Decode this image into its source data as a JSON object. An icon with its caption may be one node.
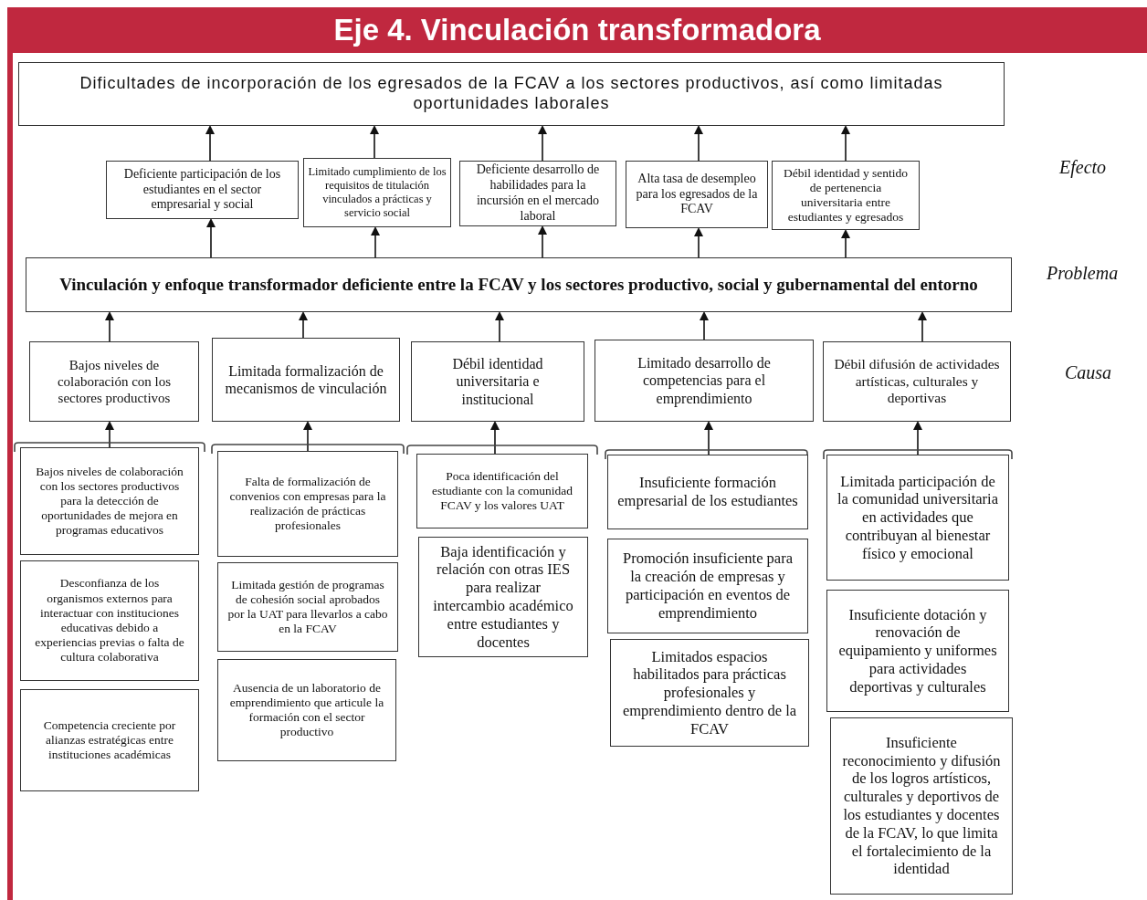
{
  "diagram": {
    "title": "Eje 4. Vinculación transformadora",
    "nodes": [
      {
        "text": [
          "Dificultades de incorporación de los egresados de la FCAV a los sectores productivos, así como limitadas oportunidades laborales"
        ]
      },
      {
        "text": [
          "Deficiente participación de los estudiantes en el sector empresarial y social"
        ]
      },
      {
        "text": [
          "Limitado cumplimiento de los requisitos de titulación vinculados a prácticas y servicio social"
        ]
      },
      {
        "text": [
          "Deficiente desarrollo de habilidades para la incursión en el mercado laboral"
        ]
      },
      {
        "text": [
          "Alta tasa de desempleo para los egresados de la FCAV"
        ]
      },
      {
        "text": [
          "Débil identidad y sentido de pertenencia universitaria entre estudiantes y egresados"
        ]
      },
      {
        "text": [
          "Vinculación y enfoque transformador deficiente entre la FCAV y los sectores productivo, social y gubernamental del entorno"
        ]
      },
      {
        "text": [
          "Bajos niveles de colaboración con los sectores productivos"
        ]
      },
      {
        "text": [
          "Limitada formalización de mecanismos de vinculación"
        ]
      },
      {
        "text": [
          "Débil identidad universitaria e institucional"
        ]
      },
      {
        "text": [
          "Limitado desarrollo de competencias para el emprendimiento"
        ]
      },
      {
        "text": [
          "Débil difusión de actividades artísticas, culturales y deportivas"
        ]
      },
      {
        "text": [
          "Bajos niveles de colaboración con los sectores productivos para la detección de oportunidades de mejora en programas educativos"
        ]
      },
      {
        "text": [
          "Desconfianza de los organismos externos para interactuar con instituciones educativas debido a experiencias previas o falta de cultura colaborativa"
        ]
      },
      {
        "text": [
          "Competencia creciente por alianzas estratégicas entre instituciones académicas"
        ]
      },
      {
        "text": [
          "Falta de formalización de convenios con empresas para la realización de prácticas profesionales"
        ]
      },
      {
        "text": [
          "Limitada gestión de programas de cohesión social aprobados por la UAT para llevarlos a cabo en la FCAV"
        ]
      },
      {
        "text": [
          "Ausencia de un laboratorio de emprendimiento que articule la formación con el sector productivo"
        ]
      },
      {
        "text": [
          "Poca identificación del estudiante con la comunidad FCAV y los valores UAT"
        ]
      },
      {
        "text": [
          "Baja identificación y relación con otras IES para realizar intercambio académico entre estudiantes y docentes"
        ]
      },
      {
        "text": [
          "Insuficiente formación empresarial de los estudiantes"
        ]
      },
      {
        "text": [
          "Promoción insuficiente para la creación de empresas y participación en eventos de emprendimiento"
        ]
      },
      {
        "text": [
          "Limitados espacios habilitados para prácticas profesionales y emprendimiento dentro de la FCAV"
        ]
      },
      {
        "text": [
          "Limitada participación de la comunidad universitaria en actividades que contribuyan al bienestar físico y emocional"
        ]
      },
      {
        "text": [
          "Insuficiente dotación y renovación de equipamiento y uniformes para actividades deportivas y culturales"
        ]
      },
      {
        "text": [
          "Insuficiente reconocimiento y difusión de los logros artísticos, culturales y deportivos de los estudiantes y docentes de la FCAV, lo que limita el fortalecimiento de la identidad"
        ]
      }
    ],
    "edges": [
      {
        "from": 1,
        "to": 0,
        "arrow": "to"
      },
      {
        "from": 2,
        "to": 0,
        "arrow": "to"
      },
      {
        "from": 3,
        "to": 0,
        "arrow": "to"
      },
      {
        "from": 4,
        "to": 0,
        "arrow": "to"
      },
      {
        "from": 5,
        "to": 0,
        "arrow": "to"
      },
      {
        "from": 6,
        "to": 1,
        "arrow": "to"
      },
      {
        "from": 6,
        "to": 2,
        "arrow": "to"
      },
      {
        "from": 6,
        "to": 3,
        "arrow": "to"
      },
      {
        "from": 6,
        "to": 4,
        "arrow": "to"
      },
      {
        "from": 6,
        "to": 5,
        "arrow": "to"
      },
      {
        "from": 7,
        "to": 6,
        "arrow": "to"
      },
      {
        "from": 8,
        "to": 6,
        "arrow": "to"
      },
      {
        "from": 9,
        "to": 6,
        "arrow": "to"
      },
      {
        "from": 10,
        "to": 6,
        "arrow": "to"
      },
      {
        "from": 11,
        "to": 6,
        "arrow": "to"
      },
      {
        "from": 12,
        "to": 7,
        "arrow": "to"
      },
      {
        "from": 15,
        "to": 8,
        "arrow": "to"
      },
      {
        "from": 18,
        "to": 9,
        "arrow": "to"
      },
      {
        "from": 20,
        "to": 10,
        "arrow": "to"
      },
      {
        "from": 23,
        "to": 11,
        "arrow": "to"
      }
    ],
    "labels": [
      "Efecto",
      "Problema",
      "Causa"
    ]
  }
}
